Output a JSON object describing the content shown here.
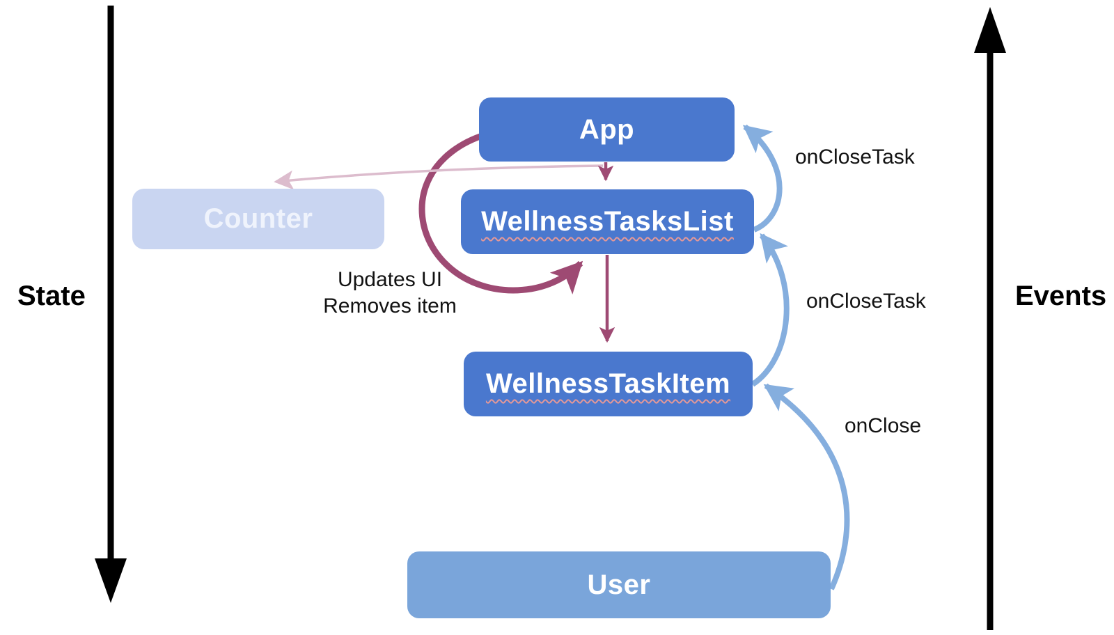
{
  "diagram": {
    "axes": {
      "left_label": "State",
      "right_label": "Events"
    },
    "nodes": {
      "app": {
        "label": "App"
      },
      "counter": {
        "label": "Counter",
        "state": "inactive"
      },
      "tasks_list": {
        "label": "WellnessTasksList",
        "underline": "wavy"
      },
      "task_item": {
        "label": "WellnessTaskItem",
        "underline": "wavy"
      },
      "user": {
        "label": "User"
      }
    },
    "edges": {
      "tasks_list_to_app": {
        "label": "onCloseTask",
        "direction": "up"
      },
      "task_item_to_tasks_list": {
        "label": "onCloseTask",
        "direction": "up"
      },
      "user_to_task_item": {
        "label": "onClose",
        "direction": "up"
      },
      "app_self_loop": {
        "line1": "Updates UI",
        "line2": "Removes item"
      }
    },
    "colors": {
      "node_primary": "#4a78ce",
      "node_user": "#7aa5da",
      "node_inactive": "#c9d5f1",
      "event_arrow_blue": "#85aede",
      "state_arrow_maroon": "#9e4a73",
      "inactive_arrow_pink": "#dcbccd",
      "axis_arrow_black": "#000000",
      "node_text": "#ffffff",
      "label_text": "#121212",
      "squiggle_underline": "#e49898"
    }
  }
}
